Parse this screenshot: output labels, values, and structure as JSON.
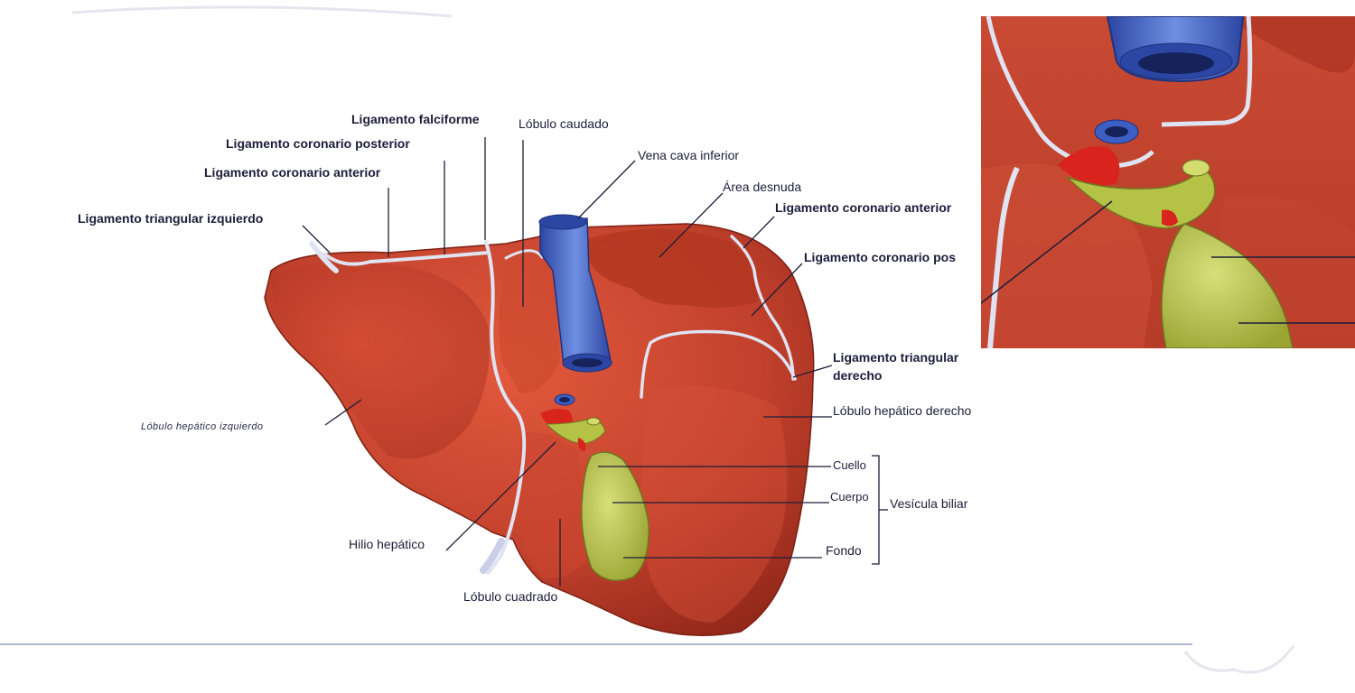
{
  "labels": {
    "ligamento_falciforme": "Ligamento falciforme",
    "lobulo_caudado": "Lóbulo caudado",
    "ligamento_coronario_posterior": "Ligamento coronario posterior",
    "vena_cava_inferior": "Vena cava inferior",
    "ligamento_coronario_anterior": "Ligamento coronario anterior",
    "area_desnuda": "Área desnuda",
    "ligamento_triangular_izquierdo": "Ligamento triangular izquierdo",
    "ligamento_coronario_anterior_right": "Ligamento coronario anterior",
    "ligamento_coronario_pos_right": "Ligamento coronario pos",
    "ligamento_triangular_derecho_1": "Ligamento triangular",
    "ligamento_triangular_derecho_2": "derecho",
    "lobulo_hepatico_izquierdo": "Lóbulo hepático izquierdo",
    "lobulo_hepatico_derecho": "Lóbulo hepático derecho",
    "cuello": "Cuello",
    "cuerpo": "Cuerpo",
    "vesicula_biliar": "Vesícula biliar",
    "fondo": "Fondo",
    "hilio_hepatico": "Hilio hepático",
    "lobulo_cuadrado": "Lóbulo cuadrado"
  },
  "colors": {
    "liver": "#c2412c",
    "liver_light": "#e25a3e",
    "liver_dark": "#8e2418",
    "vena_cava": "#3d5fc4",
    "vena_cava_light": "#6f8fe2",
    "gallbladder": "#b4c246",
    "gallbladder_light": "#d3dc6e",
    "artery": "#d8241c",
    "ligament": "#dfe3f2",
    "leader_line": "#1b1e3a",
    "divider": "#93a1b8"
  }
}
